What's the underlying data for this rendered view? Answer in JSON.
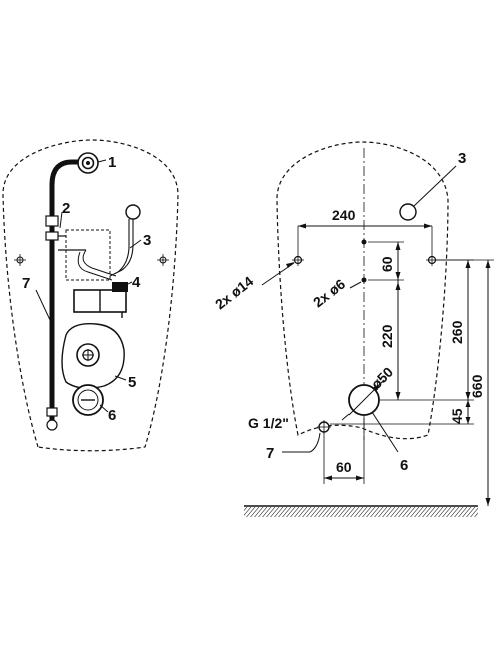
{
  "left_view": {
    "callouts": [
      "1",
      "2",
      "3",
      "4",
      "5",
      "6",
      "7"
    ]
  },
  "right_view": {
    "callouts": {
      "c3": "3",
      "c6": "6",
      "c7": "7"
    },
    "dimensions": {
      "d240": "240",
      "d60_vertical": "60",
      "d220": "220",
      "d260": "260",
      "d660": "660",
      "d45": "45",
      "d60_horizontal": "60"
    },
    "hole_labels": {
      "large_holes": "2x ø14",
      "small_holes": "2x ø6",
      "drain": "ø50",
      "thread": "G 1/2\""
    }
  },
  "colors": {
    "line": "#111111",
    "background": "#ffffff"
  }
}
